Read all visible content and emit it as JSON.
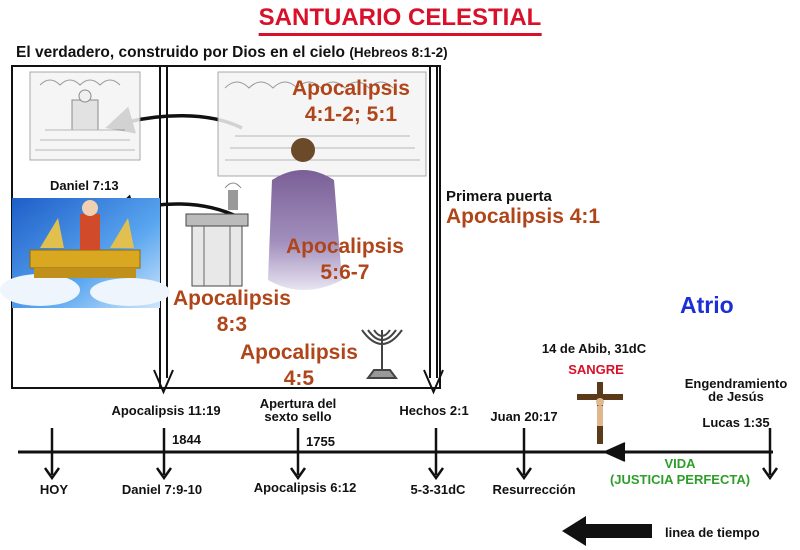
{
  "title": "SANTUARIO CELESTIAL",
  "subtitle": {
    "text": "El verdadero, construido por Dios en el cielo",
    "ref": "(Hebreos 8:1-2)"
  },
  "sanctuary": {
    "daniel_label": "Daniel 7:13",
    "apoc_4_1_2": [
      "Apocalipsis",
      "4:1-2; 5:1"
    ],
    "apoc_5_6_7": [
      "Apocalipsis",
      "5:6-7"
    ],
    "apoc_8_3": [
      "Apocalipsis",
      "8:3"
    ],
    "apoc_4_5": [
      "Apocalipsis",
      "4:5"
    ]
  },
  "door": {
    "label": "Primera puerta",
    "ref": "Apocalipsis 4:1"
  },
  "atrio": "Atrio",
  "timeline": {
    "above": {
      "apoc_11_19": "Apocalipsis 11:19",
      "sexto_sello": [
        "Apertura del",
        "sexto sello"
      ],
      "hechos": "Hechos 2:1",
      "juan": "Juan 20:17",
      "abib": "14 de Abib, 31dC",
      "sangre": "SANGRE",
      "engendramiento": [
        "Engendramiento",
        "de Jesús"
      ],
      "lucas": "Lucas 1:35"
    },
    "years": {
      "y1844": "1844",
      "y1755": "1755"
    },
    "below": {
      "hoy": "HOY",
      "daniel_7_9": "Daniel 7:9-10",
      "apoc_6_12": "Apocalipsis 6:12",
      "fecha_31": "5-3-31dC",
      "resurreccion": "Resurrección",
      "vida": [
        "VIDA",
        "(JUSTICIA PERFECTA)"
      ]
    },
    "legend": "linea de tiempo"
  },
  "colors": {
    "title_red": "#d8102a",
    "ref_brown": "#b0451a",
    "vida_green": "#2e9e2a",
    "atrio_blue": "#1a2fd6"
  }
}
